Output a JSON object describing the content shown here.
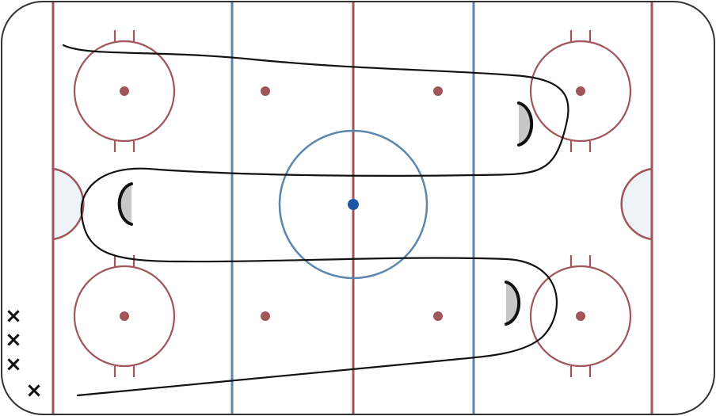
{
  "diagram": {
    "type": "hockey-drill",
    "surface": "full ice rink",
    "colors": {
      "board": "#333333",
      "red_line": "#a0555a",
      "blue_line": "#5b86ad",
      "center_circle": "#5b86ad",
      "center_dot": "#1f55a5",
      "faceoff_circle": "#a0555a",
      "crease_fill": "#eef3f8",
      "cone_fill": "#c7c7c7",
      "cone_edge": "#111111",
      "path": "#111111",
      "player_marker": "#111111"
    },
    "elements": {
      "faceoff_circles": [
        "zone-left-top",
        "zone-left-bottom",
        "zone-right-top",
        "zone-right-bottom"
      ],
      "neutral_dots": [
        "nz-left-top",
        "nz-right-top",
        "nz-left-bottom",
        "nz-right-bottom"
      ],
      "cones": [
        "cone-right-top",
        "cone-left-middle",
        "cone-right-bottom"
      ],
      "players": [
        {
          "symbol": "×",
          "role": "skater"
        },
        {
          "symbol": "×",
          "role": "skater"
        },
        {
          "symbol": "×",
          "role": "skater"
        },
        {
          "symbol": "×",
          "role": "skater"
        }
      ]
    }
  }
}
